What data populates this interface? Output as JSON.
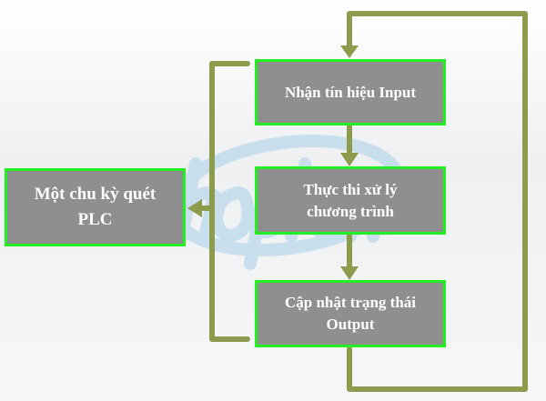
{
  "watermark": "hoplong",
  "colors": {
    "connector": "#8c9b4c",
    "box_fill": "#8f8f8f",
    "box_border": "#22ee22",
    "watermark": "#a9d0e8"
  },
  "nodes": {
    "cycle": "Một chu kỳ quét\nPLC",
    "input": "Nhận tín hiệu Input",
    "execute": "Thực thi xử lý\nchương trình",
    "output": "Cập nhật trạng thái\nOutput"
  }
}
